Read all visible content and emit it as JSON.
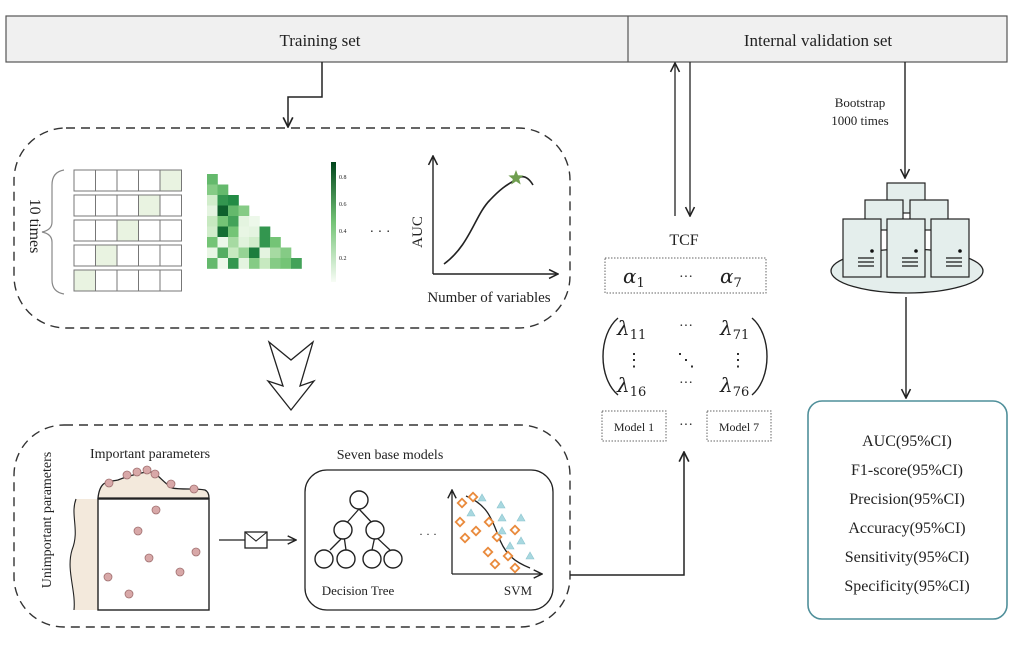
{
  "header": {
    "training_set": "Training set",
    "internal_validation_set": "Internal validation set"
  },
  "feature_selection": {
    "repeat_label": "10 times",
    "colorbar_ticks": [
      "0.8",
      "0.6",
      "0.4",
      "0.2"
    ],
    "ellipsis": "· · ·",
    "auc_axis_label": "AUC",
    "x_axis_label": "Number of variables",
    "cv_grid": {
      "rows": 5,
      "cols": 5,
      "highlighted_col_per_row": [
        4,
        3,
        2,
        1,
        0
      ],
      "highlight_color": "#e9f3e1"
    },
    "heatmap_values": [
      [
        0.55
      ],
      [
        0.45,
        0.55
      ],
      [
        0.2,
        0.7,
        0.75
      ],
      [
        0.1,
        0.9,
        0.55,
        0.45
      ],
      [
        0.25,
        0.5,
        0.65,
        0.1,
        0.05
      ],
      [
        0.2,
        0.85,
        0.5,
        0.08,
        0.1,
        0.7
      ],
      [
        0.5,
        0.05,
        0.35,
        0.12,
        0.2,
        0.7,
        0.5
      ],
      [
        0.08,
        0.6,
        0.25,
        0.4,
        0.8,
        0.1,
        0.35,
        0.45
      ],
      [
        0.55,
        0.05,
        0.7,
        0.1,
        0.45,
        0.25,
        0.45,
        0.5,
        0.65
      ]
    ],
    "star_color": "#6f9e4f"
  },
  "model_building": {
    "important_label": "Important parameters",
    "unimportant_label": "Unimportant parameters",
    "seven_models_label": "Seven base models",
    "decision_tree_label": "Decision Tree",
    "svm_label": "SVM",
    "ellipsis": "· · ·",
    "point_color": "#d8a8a8",
    "fill_color": "#f3e9dc",
    "svm_class_a_color": "#e98a3c",
    "svm_class_b_color": "#a8d8e0"
  },
  "tcf": {
    "title": "TCF",
    "alpha_first": "α",
    "alpha_first_sub": "1",
    "alpha_last": "α",
    "alpha_last_sub": "7",
    "dots": "···",
    "matrix": {
      "top_left": "λ",
      "top_left_sub": "11",
      "top_right": "λ",
      "top_right_sub": "71",
      "bottom_left": "λ",
      "bottom_left_sub": "16",
      "bottom_right": "λ",
      "bottom_right_sub": "76",
      "hdots": "···",
      "vdots": "⋮",
      "ddots": "⋱"
    },
    "model_first": "Model 1",
    "model_last": "Model 7"
  },
  "validation": {
    "bootstrap_line1": "Bootstrap",
    "bootstrap_line2": "1000 times",
    "server_fill": "#e4eeec",
    "metrics_border": "#4f8f9a",
    "metrics": [
      "AUC(95%CI)",
      "F1-score(95%CI)",
      "Precision(95%CI)",
      "Accuracy(95%CI)",
      "Sensitivity(95%CI)",
      "Specificity(95%CI)"
    ]
  }
}
